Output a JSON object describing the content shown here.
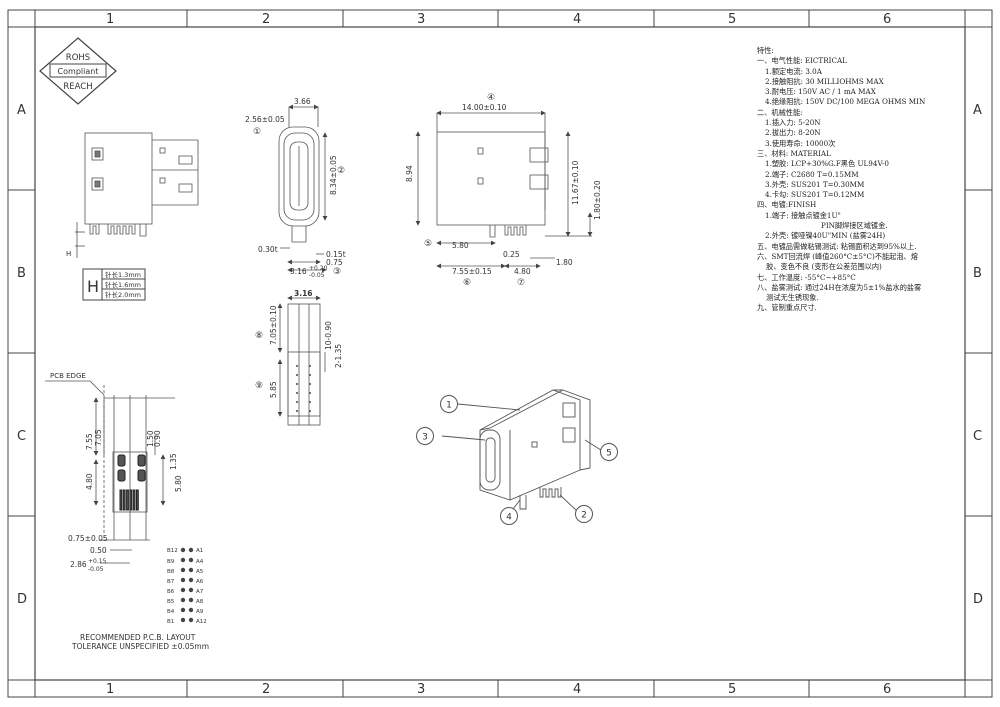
{
  "frame": {
    "columns": [
      "1",
      "2",
      "3",
      "4",
      "5",
      "6"
    ],
    "rows": [
      "A",
      "B",
      "C",
      "D"
    ]
  },
  "logo": {
    "line1": "ROHS",
    "line2": "Compliant",
    "line3": "REACH"
  },
  "height_table": {
    "symbol": "H",
    "rows": [
      "针长1.3mm",
      "针长1.6mm",
      "针长2.0mm"
    ]
  },
  "side_view": {
    "dims": {
      "top_width": "3.66",
      "pitch": "2.56±0.05",
      "height": "8.34±0.05",
      "d1": "0.30t",
      "d2": "0.15t",
      "d3": "0.75",
      "d4": "3.16",
      "tol_plus": "+0.20",
      "tol_minus": "-0.05"
    },
    "balloons": {
      "b1": "①",
      "b2": "②",
      "b3": "③"
    }
  },
  "front_view": {
    "dims": {
      "width": "14.00±0.10",
      "h1": "8.94",
      "h2": "11.67±0.10",
      "h3": "1.80±0.20",
      "d1": "5.80",
      "d2": "0.25",
      "d3": "1.80",
      "d4": "7.55±0.15",
      "d5": "4.80"
    },
    "balloons": {
      "b4": "④",
      "b5": "⑤",
      "b6": "⑥",
      "b7": "⑦"
    }
  },
  "bottom_view": {
    "dims": {
      "top": "3.16",
      "h1": "7.05±0.10",
      "h2": "10-0.90",
      "h3": "2-1.35",
      "h4": "5.85"
    },
    "balloons": {
      "b8": "⑧",
      "b9": "⑨"
    }
  },
  "pcb_layout": {
    "edge_label": "PCB EDGE",
    "dims": {
      "d755": "7.55",
      "d705": "7.05",
      "d150": "1.50",
      "d090": "0.90",
      "d135": "1.35",
      "d480": "4.80",
      "d580": "5.80",
      "d075": "0.75±0.05",
      "d050": "0.50",
      "d286": "2.86",
      "tp": "+0.15",
      "tm": "-0.05"
    },
    "pins_left": [
      "B12",
      "B9",
      "B8",
      "B7",
      "B6",
      "B5",
      "B4",
      "B1"
    ],
    "pins_right": [
      "A1",
      "A4",
      "A5",
      "A6",
      "A7",
      "A8",
      "A9",
      "A12"
    ],
    "caption1": "RECOMMENDED  P.C.B.  LAYOUT",
    "caption2": "TOLERANCE  UNSPECIFIED  ±0.05mm"
  },
  "iso_view": {
    "callouts": [
      "1",
      "2",
      "3",
      "4",
      "5"
    ]
  },
  "spec": {
    "title": "特性:",
    "lines": [
      {
        "t": "一、电气性能: EICTRICAL",
        "cls": ""
      },
      {
        "t": "1.额定电流: 3.0A",
        "cls": "ind1"
      },
      {
        "t": "2.接触阻抗: 30 MILLIOHMS MAX",
        "cls": "ind1"
      },
      {
        "t": "3.耐电压: 150V AC / 1 mA MAX",
        "cls": "ind1"
      },
      {
        "t": "4.绝缘阻抗: 150V DC/100 MEGA OHMS MIN",
        "cls": "ind1"
      },
      {
        "t": "二、机械性能:",
        "cls": ""
      },
      {
        "t": "1.插入力: 5-20N",
        "cls": "ind1"
      },
      {
        "t": "2.拔出力: 8-20N",
        "cls": "ind1"
      },
      {
        "t": "3.使用寿命: 10000次",
        "cls": "ind1"
      },
      {
        "t": "三、材料: MATERIAL",
        "cls": ""
      },
      {
        "t": "1.塑胶: LCP+30%G.F黑色 UL94V-0",
        "cls": "ind1"
      },
      {
        "t": "2.端子: C2680 T=0.15MM",
        "cls": "ind1"
      },
      {
        "t": "3.外壳: SUS201 T=0.30MM",
        "cls": "ind1"
      },
      {
        "t": "4.卡勾: SUS201 T=0.12MM",
        "cls": "ind1"
      },
      {
        "t": "四、电镀:FINISH",
        "cls": ""
      },
      {
        "t": "1.端子: 接触点镀金1U\"",
        "cls": "ind1"
      },
      {
        "t": "PIN脚焊接区域镀金.",
        "cls": "ind2"
      },
      {
        "t": "2.外壳: 镀哑镍40U\"MIN (盐雾24H)",
        "cls": "ind1"
      },
      {
        "t": "五、电镀品需做粘锡测试: 粘锡面积达到95%以上.",
        "cls": ""
      },
      {
        "t": "六、SMT回流焊 (峰值260°C±5°C)不能起泡、熔",
        "cls": ""
      },
      {
        "t": "    胶、变色不良 (变形在公差范围以内)",
        "cls": ""
      },
      {
        "t": "七、工作温度: -55°C~+85°C",
        "cls": ""
      },
      {
        "t": "八、盐雾测试: 通过24H在浓度为5±1%盐水的盐雾",
        "cls": ""
      },
      {
        "t": "    测试无生锈现象.",
        "cls": ""
      },
      {
        "t": "九、管制重点尺寸.",
        "cls": ""
      }
    ]
  }
}
